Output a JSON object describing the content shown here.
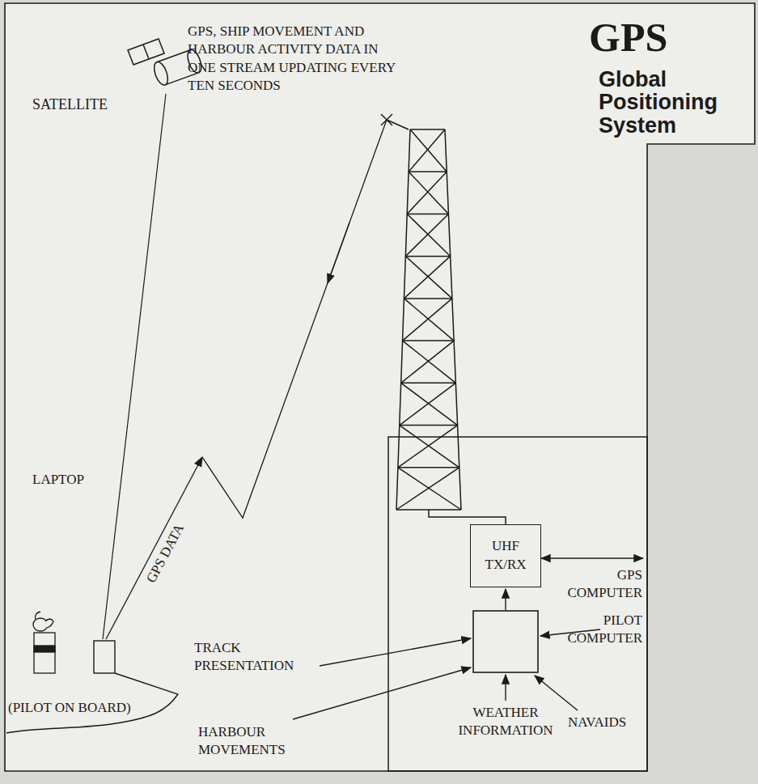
{
  "diagram": {
    "title": "GPS",
    "nodes": [
      {
        "text": [
          "UHF TX/RX"
        ]
      }
    ],
    "labels": [
      "Global Positioning System",
      "SATELLITE",
      "GPS, SHIP MOVEMENT AND HARBOUR ACTIVITY DATA IN ONE STREAM UPDATING EVERY TEN SECONDS",
      "LAPTOP",
      "GPS DATA",
      "GPS COMPUTER",
      "TRACK PRESENTATION",
      "PILOT COMPUTER",
      "(PILOT ON BOARD)",
      "WEATHER INFORMATION",
      "NAVAIDS",
      "HARBOUR MOVEMENTS"
    ]
  }
}
